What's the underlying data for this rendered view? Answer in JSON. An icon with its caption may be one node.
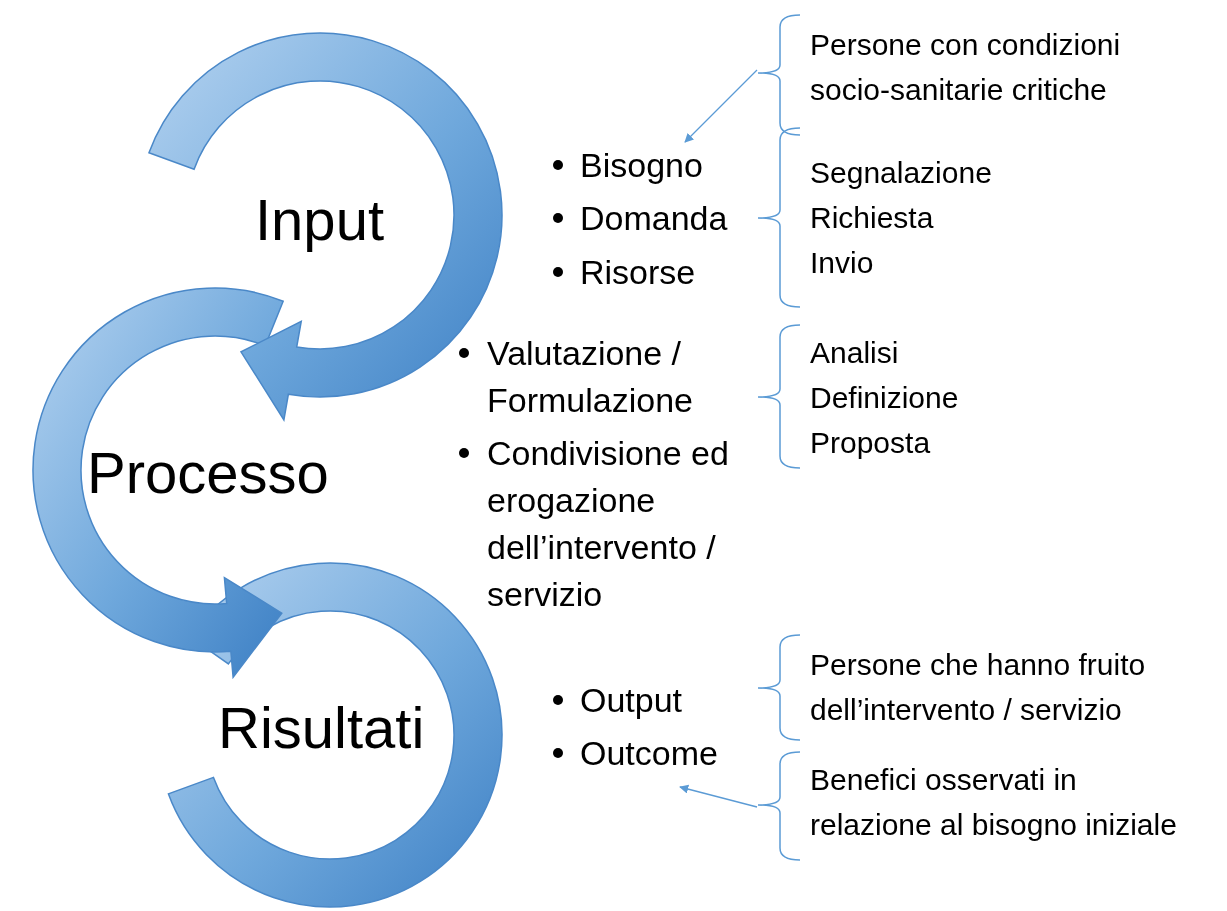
{
  "diagram": {
    "nodes": [
      {
        "text": [
          "Persone con condizioni socio-sanitarie critiche"
        ]
      },
      {
        "text": [
          "Bisogno"
        ]
      },
      {
        "text": [
          "Outcome"
        ]
      },
      {
        "text": [
          "Benefici osservati in relazione al bisogno iniziale"
        ]
      }
    ],
    "edges": [
      {
        "from": 0,
        "to": 1,
        "arrow": "to"
      },
      {
        "from": 3,
        "to": 2,
        "arrow": "to"
      }
    ],
    "labels": [
      "Input",
      "Domanda",
      "Risorse",
      "Segnalazione",
      "Richiesta",
      "Invio",
      "Valutazione / Formulazione",
      "Analisi",
      "Definizione",
      "Proposta",
      "Processo",
      "Condivisione ed erogazione dell’intervento / servizio",
      "Persone che hanno fruito dell’intervento / servizio",
      "Output",
      "Risultati"
    ]
  }
}
